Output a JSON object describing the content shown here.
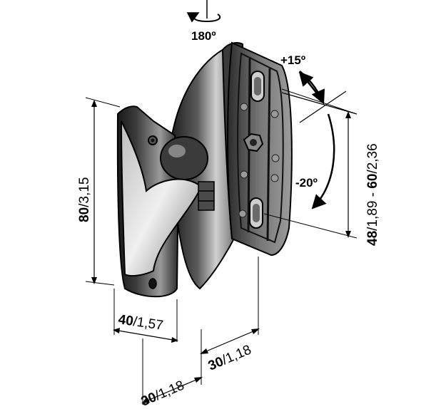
{
  "rotation": {
    "label": "180º"
  },
  "tilt": {
    "up_label": "+15º",
    "down_label": "-20º"
  },
  "dimensions": {
    "height": {
      "mm": "80",
      "inch": "/3,15"
    },
    "plate_height": {
      "mm": "48",
      "inch": "/1,89 - ",
      "mm2": "60",
      "inch2": "/2,36"
    },
    "base_width": {
      "mm": "40",
      "inch": "/1,57"
    },
    "depth_front": {
      "mm": "30",
      "inch": "/1,18"
    },
    "depth_back": {
      "mm": "30",
      "inch": "/1,18"
    }
  },
  "colors": {
    "line": "#000000",
    "metal_dark": "#2a2a2a",
    "metal_mid": "#6e6e6e",
    "metal_light": "#d8d8d8",
    "background": "#ffffff"
  }
}
